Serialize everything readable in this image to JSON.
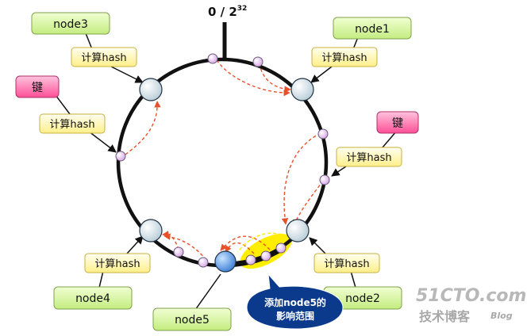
{
  "top_label": {
    "text": "0 / 2",
    "sup": "32"
  },
  "nodes": {
    "node1": "node1",
    "node2": "node2",
    "node3": "node3",
    "node4": "node4",
    "node5": "node5"
  },
  "keys": {
    "key_left": "键",
    "key_right": "键"
  },
  "hash_label": "计算hash",
  "callout": {
    "line1": "添加node5的",
    "line2": "影响范围"
  },
  "watermark": {
    "brand": "51CTO.com",
    "sub": "技术博客",
    "blog": "Blog"
  },
  "colors": {
    "node_box": "#d9f5a0",
    "hash_box": "#ffffb0",
    "key_box": "#ff6fa8",
    "ring": "#111111",
    "arrow_dashed": "#e8502a",
    "highlight": "#ffee00",
    "callout": "#0b3a8c"
  }
}
